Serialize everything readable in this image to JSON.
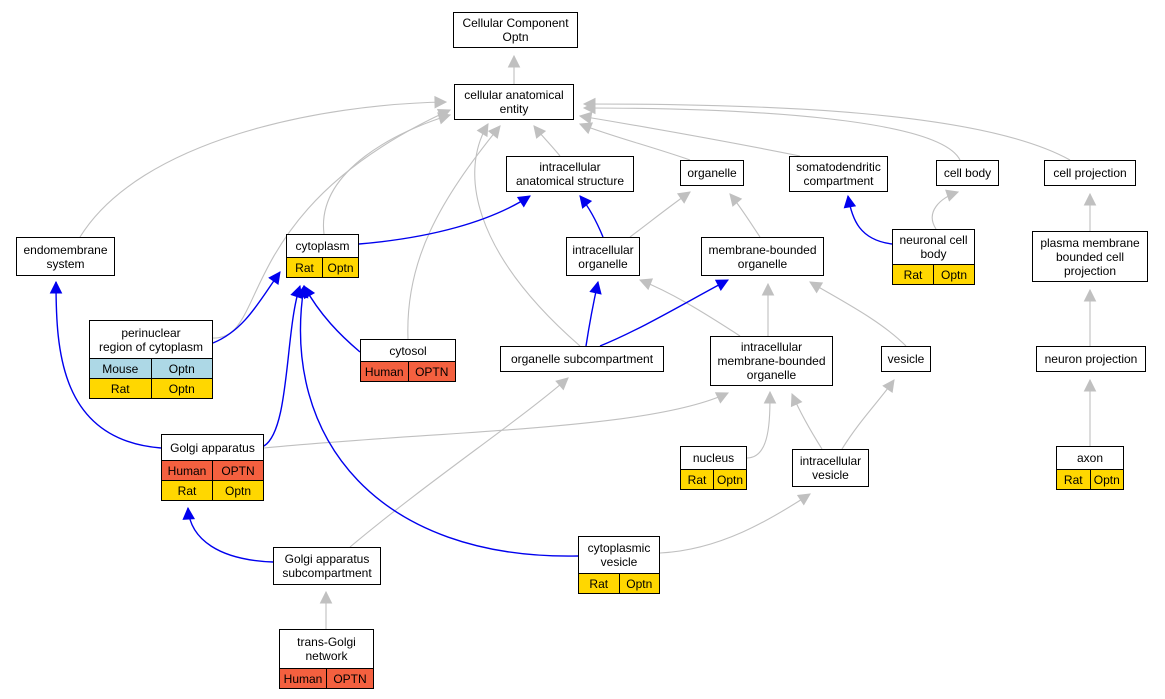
{
  "colors": {
    "edge_gray": "#c0c0c0",
    "edge_blue": "#0000ee",
    "human": "#f4603f",
    "rat": "#ffd700",
    "mouse": "#add8e6"
  },
  "nodes": [
    {
      "id": "cc_optn",
      "label": "Cellular Component\nOptn",
      "rows": []
    },
    {
      "id": "cae",
      "label": "cellular anatomical\nentity",
      "rows": []
    },
    {
      "id": "ias",
      "label": "intracellular\nanatomical structure",
      "rows": []
    },
    {
      "id": "organelle",
      "label": "organelle",
      "rows": []
    },
    {
      "id": "somato",
      "label": "somatodendritic\ncompartment",
      "rows": []
    },
    {
      "id": "cellbody",
      "label": "cell body",
      "rows": []
    },
    {
      "id": "cellproj",
      "label": "cell projection",
      "rows": []
    },
    {
      "id": "endo",
      "label": "endomembrane\nsystem",
      "rows": []
    },
    {
      "id": "cytoplasm",
      "label": "cytoplasm",
      "rows": [
        {
          "species": "Rat",
          "gene": "Optn",
          "color": "rat"
        }
      ]
    },
    {
      "id": "io",
      "label": "intracellular\norganelle",
      "rows": []
    },
    {
      "id": "mbo",
      "label": "membrane-bounded\norganelle",
      "rows": []
    },
    {
      "id": "ncb",
      "label": "neuronal cell\nbody",
      "rows": [
        {
          "species": "Rat",
          "gene": "Optn",
          "color": "rat"
        }
      ]
    },
    {
      "id": "pmbcp",
      "label": "plasma membrane\nbounded cell\nprojection",
      "rows": []
    },
    {
      "id": "perinuc",
      "label": "perinuclear\nregion of cytoplasm",
      "rows": [
        {
          "species": "Mouse",
          "gene": "Optn",
          "color": "mouse"
        },
        {
          "species": "Rat",
          "gene": "Optn",
          "color": "rat"
        }
      ]
    },
    {
      "id": "cytosol",
      "label": "cytosol",
      "rows": [
        {
          "species": "Human",
          "gene": "OPTN",
          "color": "human"
        }
      ]
    },
    {
      "id": "osub",
      "label": "organelle subcompartment",
      "rows": []
    },
    {
      "id": "imbo",
      "label": "intracellular\nmembrane-bounded\norganelle",
      "rows": []
    },
    {
      "id": "vesicle",
      "label": "vesicle",
      "rows": []
    },
    {
      "id": "nproj",
      "label": "neuron projection",
      "rows": []
    },
    {
      "id": "golgi",
      "label": "Golgi apparatus",
      "rows": [
        {
          "species": "Human",
          "gene": "OPTN",
          "color": "human"
        },
        {
          "species": "Rat",
          "gene": "Optn",
          "color": "rat"
        }
      ]
    },
    {
      "id": "nucleus",
      "label": "nucleus",
      "rows": [
        {
          "species": "Rat",
          "gene": "Optn",
          "color": "rat"
        }
      ]
    },
    {
      "id": "iv",
      "label": "intracellular\nvesicle",
      "rows": []
    },
    {
      "id": "axon",
      "label": "axon",
      "rows": [
        {
          "species": "Rat",
          "gene": "Optn",
          "color": "rat"
        }
      ]
    },
    {
      "id": "cytves",
      "label": "cytoplasmic\nvesicle",
      "rows": [
        {
          "species": "Rat",
          "gene": "Optn",
          "color": "rat"
        }
      ]
    },
    {
      "id": "gas",
      "label": "Golgi apparatus\nsubcompartment",
      "rows": []
    },
    {
      "id": "tgn",
      "label": "trans-Golgi\nnetwork",
      "rows": [
        {
          "species": "Human",
          "gene": "OPTN",
          "color": "human"
        }
      ]
    }
  ],
  "edges": [
    {
      "from": "cae",
      "to": "cc_optn",
      "type": "gray"
    },
    {
      "from": "ias",
      "to": "cae",
      "type": "gray"
    },
    {
      "from": "organelle",
      "to": "cae",
      "type": "gray"
    },
    {
      "from": "somato",
      "to": "cae",
      "type": "gray"
    },
    {
      "from": "cellbody",
      "to": "cae",
      "type": "gray"
    },
    {
      "from": "cellproj",
      "to": "cae",
      "type": "gray"
    },
    {
      "from": "endo",
      "to": "cae",
      "type": "gray"
    },
    {
      "from": "cytoplasm",
      "to": "cae",
      "type": "gray"
    },
    {
      "from": "perinuc",
      "to": "cae",
      "type": "gray"
    },
    {
      "from": "cytosol",
      "to": "cae",
      "type": "gray"
    },
    {
      "from": "osub",
      "to": "cae",
      "type": "gray"
    },
    {
      "from": "io",
      "to": "organelle",
      "type": "gray"
    },
    {
      "from": "mbo",
      "to": "organelle",
      "type": "gray"
    },
    {
      "from": "ncb",
      "to": "cellbody",
      "type": "gray"
    },
    {
      "from": "pmbcp",
      "to": "cellproj",
      "type": "gray"
    },
    {
      "from": "imbo",
      "to": "io",
      "type": "gray"
    },
    {
      "from": "imbo",
      "to": "mbo",
      "type": "gray"
    },
    {
      "from": "vesicle",
      "to": "mbo",
      "type": "gray"
    },
    {
      "from": "nproj",
      "to": "pmbcp",
      "type": "gray"
    },
    {
      "from": "golgi",
      "to": "imbo",
      "type": "gray"
    },
    {
      "from": "nucleus",
      "to": "imbo",
      "type": "gray"
    },
    {
      "from": "iv",
      "to": "imbo",
      "type": "gray"
    },
    {
      "from": "iv",
      "to": "vesicle",
      "type": "gray"
    },
    {
      "from": "axon",
      "to": "nproj",
      "type": "gray"
    },
    {
      "from": "cytves",
      "to": "iv",
      "type": "gray"
    },
    {
      "from": "gas",
      "to": "osub",
      "type": "gray"
    },
    {
      "from": "tgn",
      "to": "gas",
      "type": "gray"
    },
    {
      "from": "cytoplasm",
      "to": "ias",
      "type": "blue"
    },
    {
      "from": "io",
      "to": "ias",
      "type": "blue"
    },
    {
      "from": "ncb",
      "to": "somato",
      "type": "blue"
    },
    {
      "from": "golgi",
      "to": "endo",
      "type": "blue"
    },
    {
      "from": "perinuc",
      "to": "cytoplasm",
      "type": "blue"
    },
    {
      "from": "cytosol",
      "to": "cytoplasm",
      "type": "blue"
    },
    {
      "from": "golgi",
      "to": "cytoplasm",
      "type": "blue"
    },
    {
      "from": "cytves",
      "to": "cytoplasm",
      "type": "blue"
    },
    {
      "from": "osub",
      "to": "io",
      "type": "blue"
    },
    {
      "from": "osub",
      "to": "mbo",
      "type": "blue"
    },
    {
      "from": "gas",
      "to": "golgi",
      "type": "blue"
    }
  ]
}
